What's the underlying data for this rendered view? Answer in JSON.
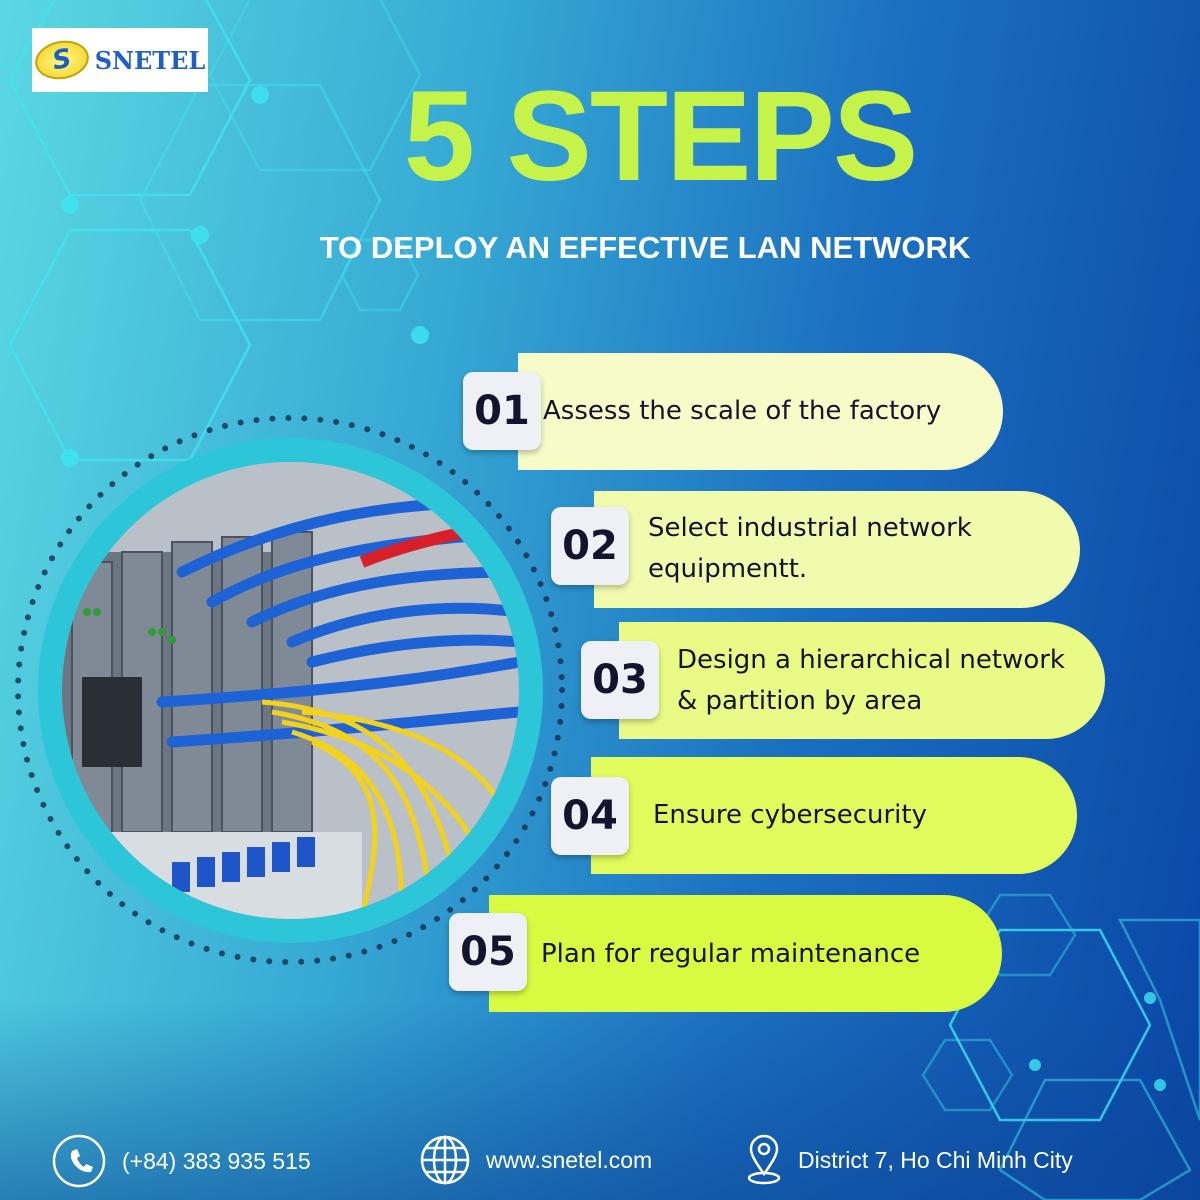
{
  "brand": {
    "logo_text": "SNETEL",
    "logo_mark": "S"
  },
  "header": {
    "title": "5 STEPS",
    "subtitle": "TO DEPLOY AN EFFECTIVE LAN NETWORK"
  },
  "steps": [
    {
      "number": "01",
      "text": "Assess the scale of the factory"
    },
    {
      "number": "02",
      "text": "Select industrial network equipmentt."
    },
    {
      "number": "03",
      "text": "Design a hierarchical network & partition by area"
    },
    {
      "number": "04",
      "text": "Ensure cybersecurity"
    },
    {
      "number": "05",
      "text": "Plan for regular maintenance"
    }
  ],
  "footer": {
    "phone": "(+84) 383 935 515",
    "website": "www.snetel.com",
    "address": "District 7, Ho Chi Minh City"
  },
  "colors": {
    "accent": "#c6f34a",
    "pill_light": "#f7fbc8",
    "pill_lime": "#d8fa40",
    "text_dark": "#14142e"
  }
}
